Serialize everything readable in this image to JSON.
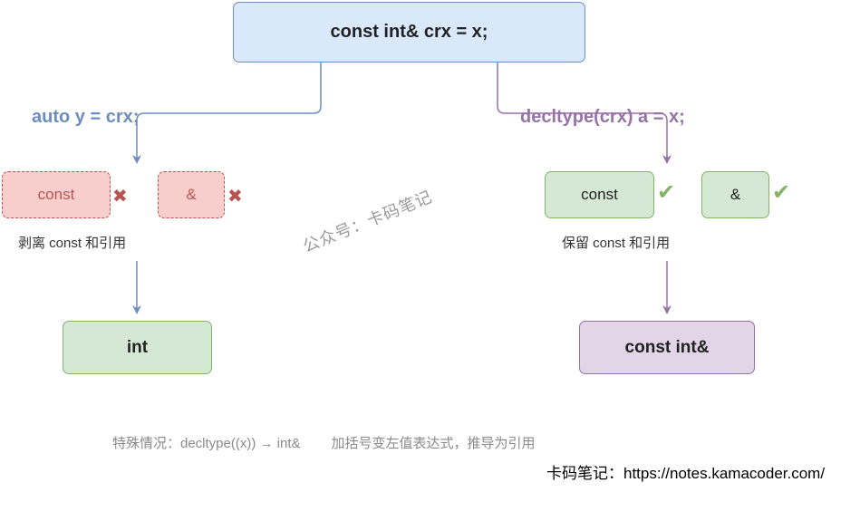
{
  "top": {
    "expression": "const int& crx = x;"
  },
  "left_branch": {
    "label": "auto y = crx;",
    "boxes": [
      {
        "text": "const",
        "mark": "✖"
      },
      {
        "text": "&",
        "mark": "✖"
      }
    ],
    "note": "剥离 const 和引用",
    "result": "int"
  },
  "right_branch": {
    "label": "decltype(crx) a = x;",
    "boxes": [
      {
        "text": "const",
        "mark": "✔"
      },
      {
        "text": "&",
        "mark": "✔"
      }
    ],
    "note": "保留 const 和引用",
    "result": "const int&"
  },
  "watermark": "公众号：卡码笔记",
  "footer": {
    "special_case": "特殊情况：decltype((x)) → int&",
    "explanation": "加括号变左值表达式，推导为引用"
  },
  "site": "卡码笔记：https://notes.kamacoder.com/",
  "colors": {
    "blue": "#6c8ebf",
    "purple": "#9673a6",
    "red": "#b85450",
    "green": "#82b366"
  }
}
